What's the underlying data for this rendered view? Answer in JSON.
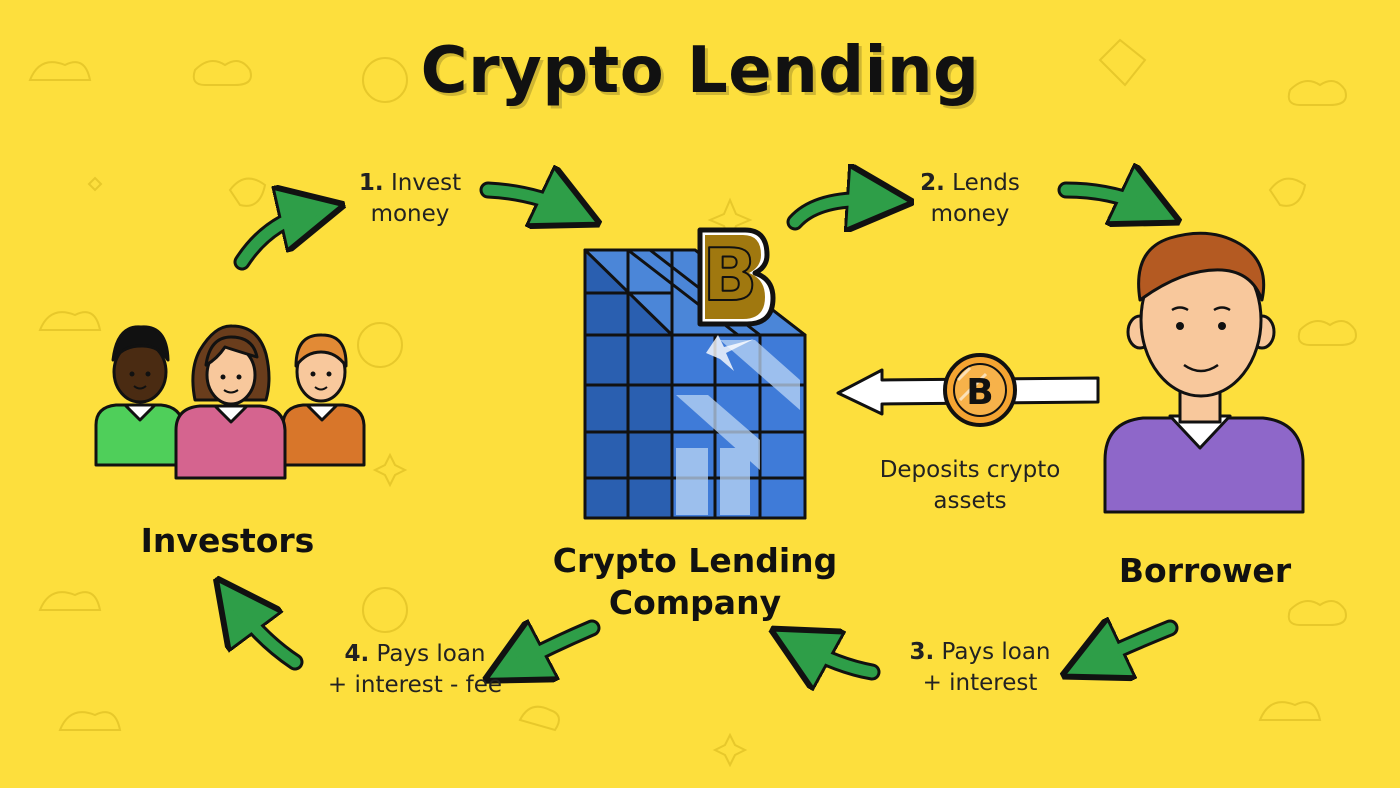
{
  "title": "Crypto Lending",
  "nodes": {
    "investors": "Investors",
    "company_line1": "Crypto Lending",
    "company_line2": "Company",
    "borrower": "Borrower"
  },
  "steps": {
    "step1_num": "1.",
    "step1_line1": "Invest",
    "step1_line2": "money",
    "step2_num": "2.",
    "step2_line1": "Lends",
    "step2_line2": "money",
    "step3_num": "3.",
    "step3_line1": "Pays loan",
    "step3_line2": "+ interest",
    "step4_num": "4.",
    "step4_line1": "Pays loan",
    "step4_line2": "+ interest - fee",
    "deposit_line1": "Deposits crypto",
    "deposit_line2": "assets"
  },
  "icons": {
    "coin_symbol": "B",
    "building_coin_symbol": "B"
  },
  "colors": {
    "background": "#fddf3d",
    "arrow_green": "#2e9e48",
    "building_blue": "#2a5fb0",
    "coin_orange": "#f5a431",
    "borrower_shirt": "#8e67c9"
  }
}
